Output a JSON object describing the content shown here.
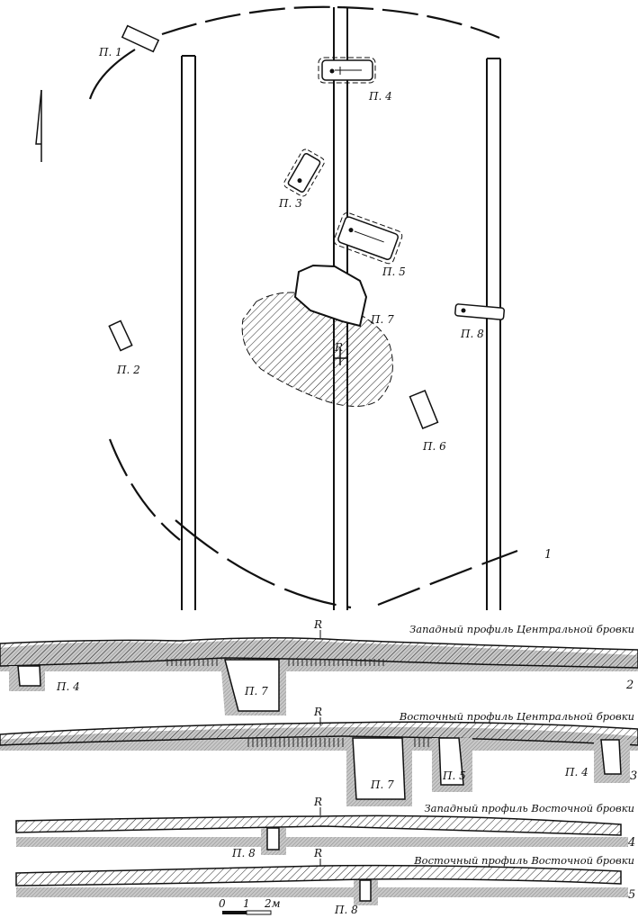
{
  "plan": {
    "pits": [
      {
        "id": "p1",
        "label": "П. 1"
      },
      {
        "id": "p2",
        "label": "П. 2"
      },
      {
        "id": "p3",
        "label": "П. 3"
      },
      {
        "id": "p4",
        "label": "П. 4"
      },
      {
        "id": "p5",
        "label": "П. 5"
      },
      {
        "id": "p6",
        "label": "П. 6"
      },
      {
        "id": "p7",
        "label": "П. 7"
      },
      {
        "id": "p8",
        "label": "П. 8"
      }
    ],
    "benchmark": "R",
    "benchmark_sub": "0",
    "figure_number": "1"
  },
  "profiles": [
    {
      "title": "Западный профиль Центральной бровки",
      "number": "2",
      "pits": [
        "П. 4",
        "П. 7"
      ]
    },
    {
      "title": "Восточный профиль Центральной бровки",
      "number": "3",
      "pits": [
        "П. 7",
        "П. 5",
        "П. 4"
      ]
    },
    {
      "title": "Западный профиль Восточной бровки",
      "number": "4",
      "pits": [
        "П. 8"
      ]
    },
    {
      "title": "Восточный профиль Восточной бровки",
      "number": "5",
      "pits": [
        "П. 8"
      ]
    }
  ],
  "scale": {
    "ticks": [
      "0",
      "1",
      "2м"
    ]
  }
}
